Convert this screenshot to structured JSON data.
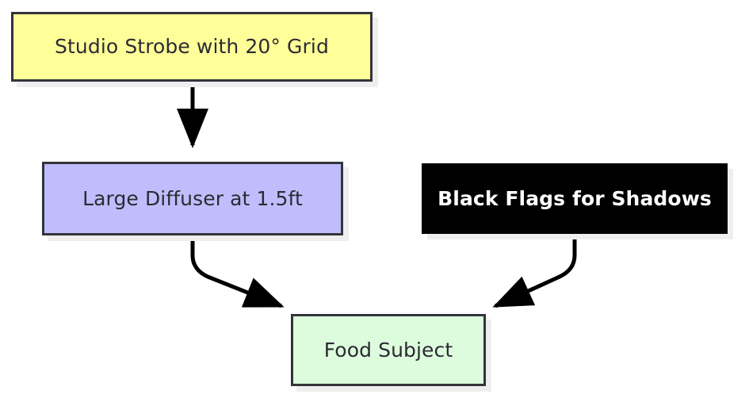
{
  "diagram": {
    "type": "flowchart",
    "direction": "top-down",
    "background": "#ffffff",
    "nodes": [
      {
        "id": "strobe",
        "label": "Studio Strobe with 20° Grid",
        "fill": "#ffff99",
        "border": "#33343a",
        "text_color": "#2b2b33"
      },
      {
        "id": "diffuser",
        "label": "Large Diffuser at 1.5ft",
        "fill": "#c0bdfd",
        "border": "#33343a",
        "text_color": "#2b2b33"
      },
      {
        "id": "flags",
        "label": "Black Flags for Shadows",
        "fill": "#000000",
        "border": "#000000",
        "text_color": "#ffffff"
      },
      {
        "id": "subject",
        "label": "Food Subject",
        "fill": "#ddfcdd",
        "border": "#33343a",
        "text_color": "#2b2b33"
      }
    ],
    "edges": [
      {
        "id": "strobe-to-diffuser",
        "from": "strobe",
        "to": "diffuser",
        "style": "straight-arrow"
      },
      {
        "id": "diffuser-to-subject",
        "from": "diffuser",
        "to": "subject",
        "style": "curved-arrow"
      },
      {
        "id": "flags-to-subject",
        "from": "flags",
        "to": "subject",
        "style": "curved-arrow"
      }
    ],
    "edge_color": "#000000"
  }
}
